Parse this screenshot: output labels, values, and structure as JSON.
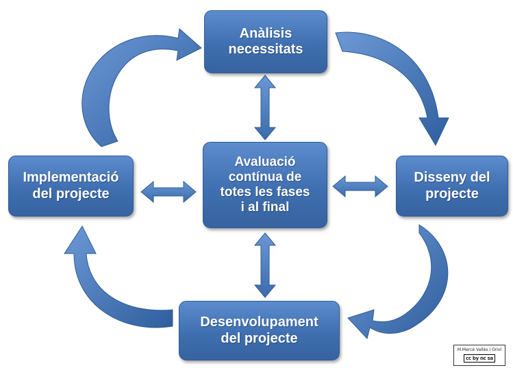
{
  "colors": {
    "box_fill": "#3f6fb0",
    "box_text": "#ffffff",
    "arrow_fill": "#4472b8",
    "curved_arrow_fill": "#3a6aae"
  },
  "nodes": {
    "analisis": "Anàlisis\nnecessitats",
    "avaluacio": "Avaluació\ncontínua  de\ntotes les fases\ni al final",
    "implementacio": "Implementació\ndel projecte",
    "disseny": "Disseny del\nprojecte",
    "desenvolupament": "Desenvolupament\ndel projecte"
  },
  "badge": {
    "author": "M.Mercè Vallès i Oriol",
    "license": "cc by nc sa"
  }
}
